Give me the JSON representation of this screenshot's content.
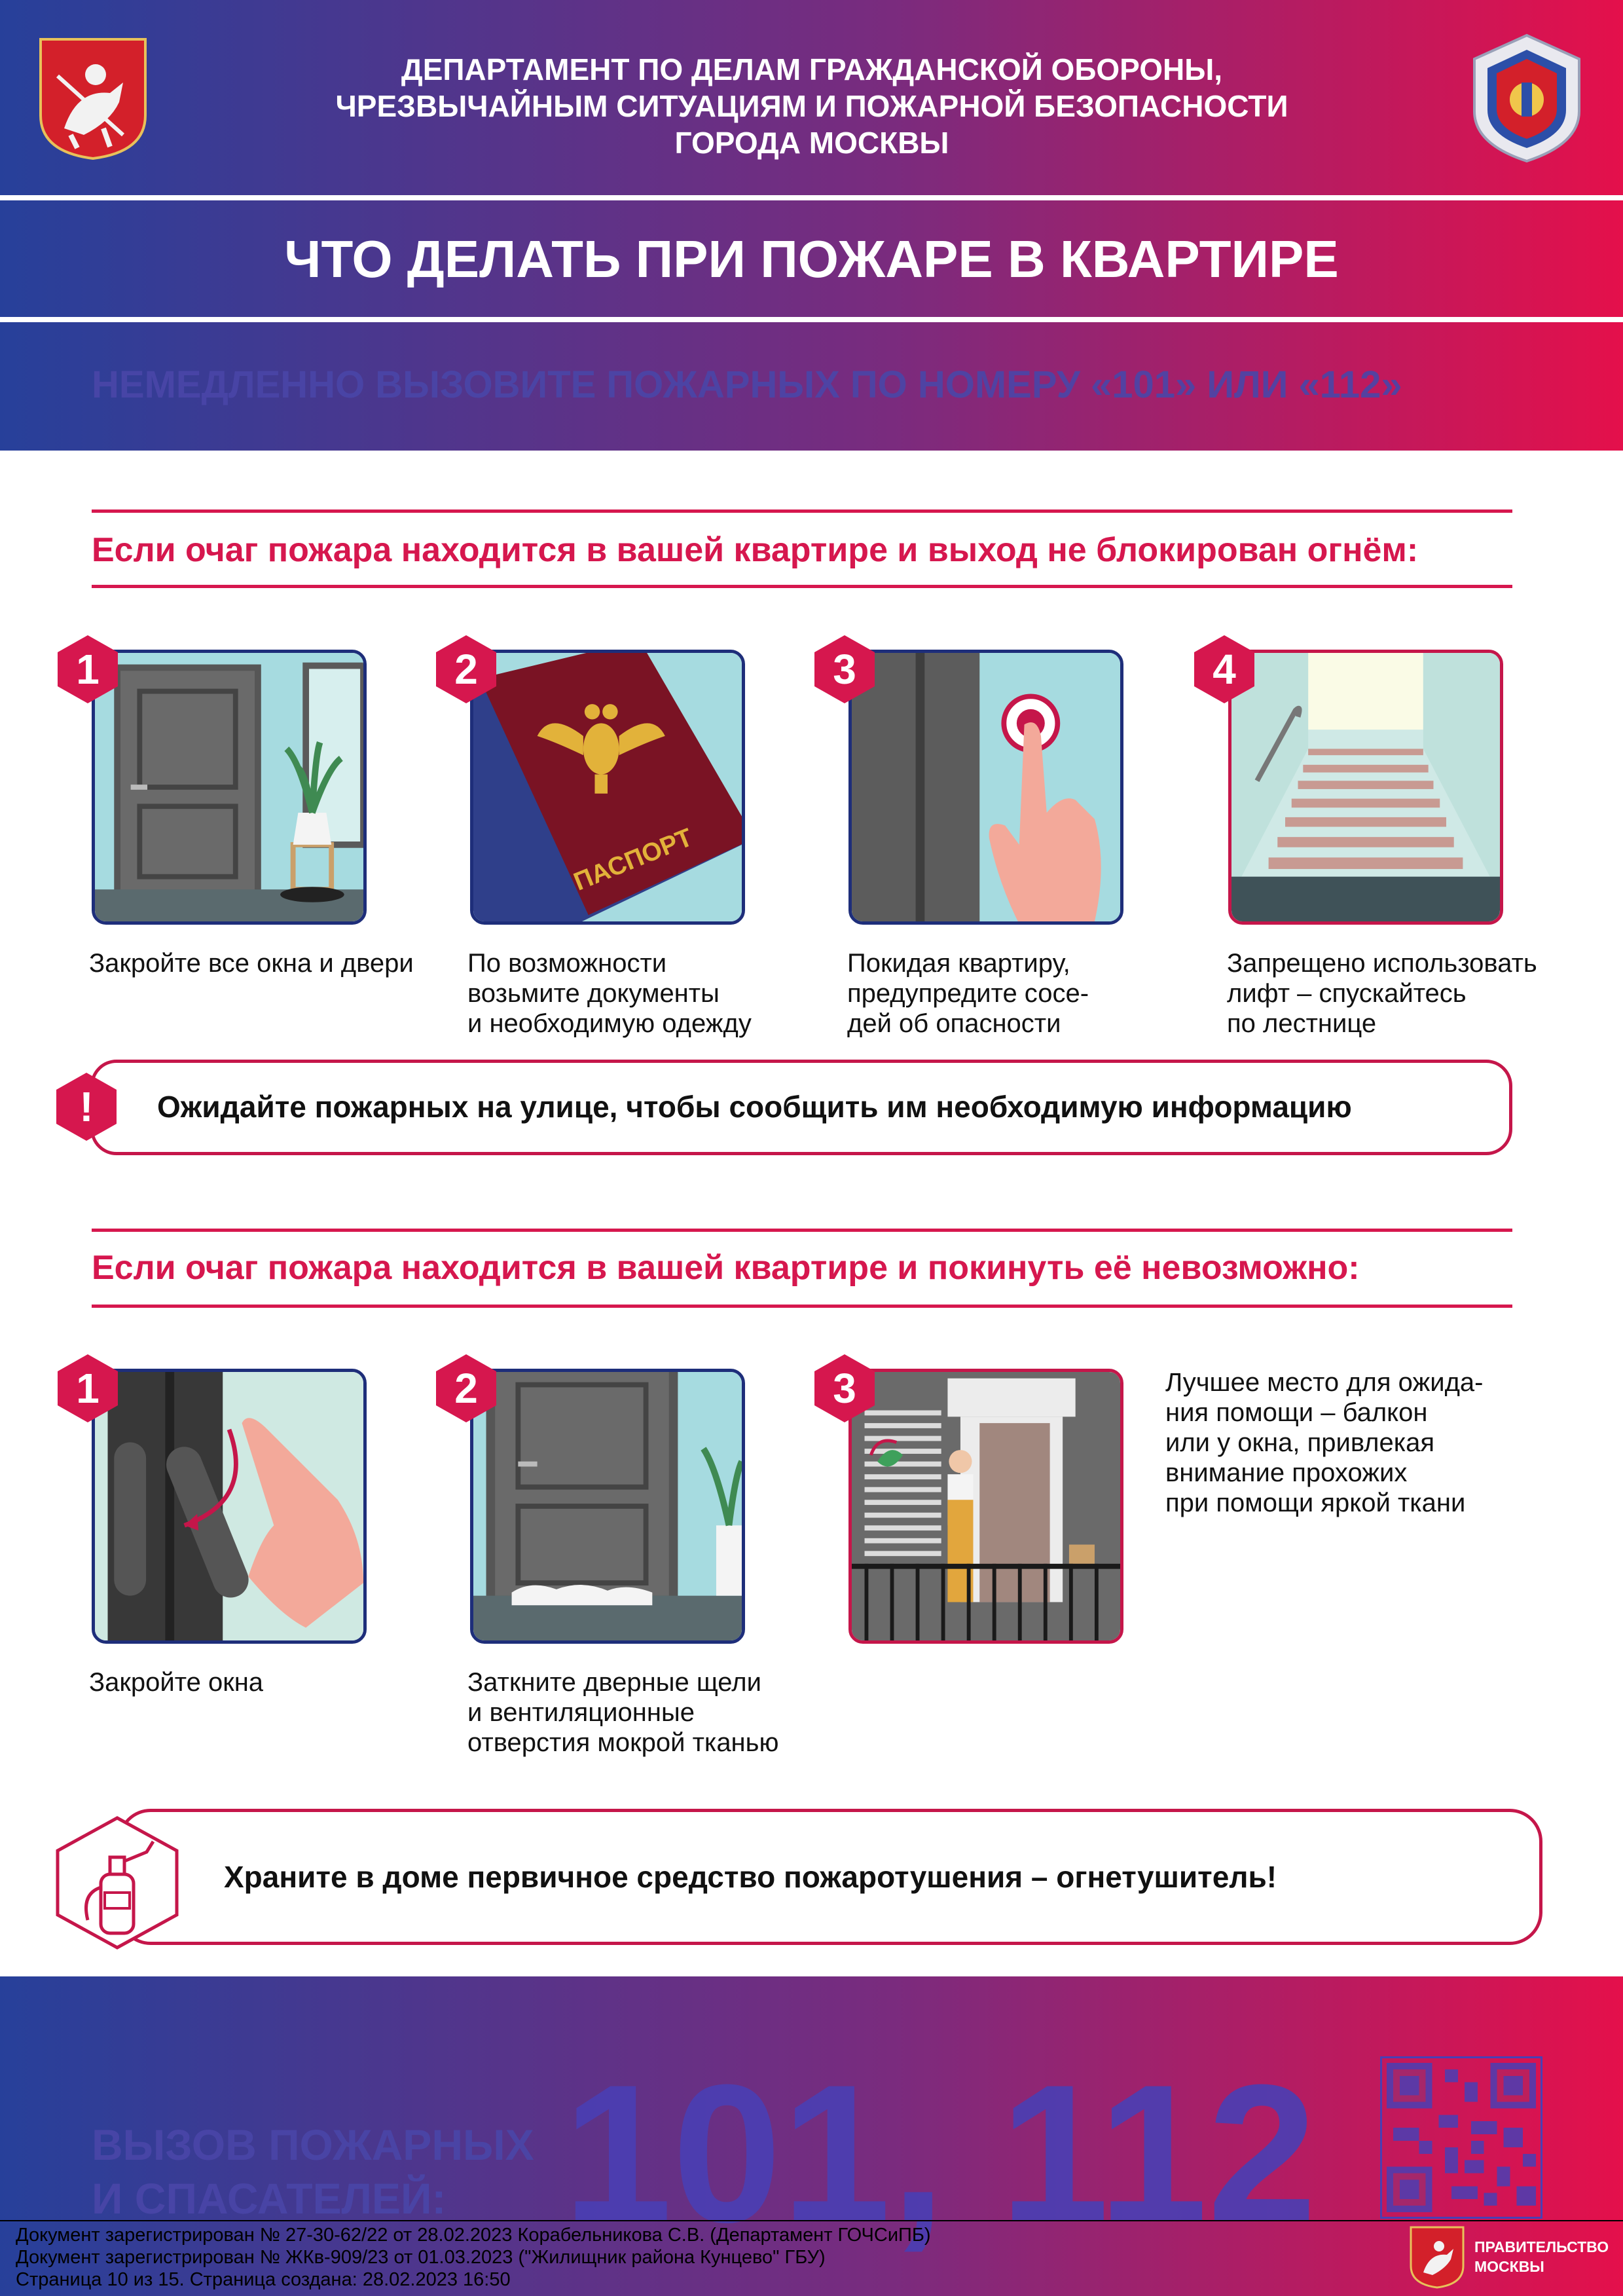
{
  "colors": {
    "accent": "#d6174e",
    "blue": "#27409a",
    "purple": "#7a2b7e",
    "red": "#e4104b",
    "dark_blue": "#1e2e7a"
  },
  "header": {
    "lines": [
      "ДЕПАРТАМЕНТ ПО ДЕЛАМ ГРАЖДАНСКОЙ ОБОРОНЫ,",
      "ЧРЕЗВЫЧАЙНЫМ СИТУАЦИЯМ И ПОЖАРНОЙ БЕЗОПАСНОСТИ",
      "ГОРОДА МОСКВЫ"
    ],
    "left_emblem_icon": "moscow-coat-of-arms-icon",
    "right_emblem_icon": "mchs-emblem-icon"
  },
  "title": "ЧТО ДЕЛАТЬ ПРИ ПОЖАРЕ В КВАРТИРЕ",
  "call_banner": "НЕМЕДЛЕННО ВЫЗОВИТЕ ПОЖАРНЫХ ПО НОМЕРУ «101» ИЛИ «112»",
  "section1": {
    "title": "Если очаг пожара находится в вашей квартире и выход не блокирован огнём:",
    "steps": [
      {
        "number": "1",
        "icon": "closed-door-icon",
        "caption": [
          "Закройте все окна и двери"
        ]
      },
      {
        "number": "2",
        "icon": "passport-icon",
        "passport_label": "ПАСПОРТ",
        "caption": [
          "По возможности",
          "возьмите документы",
          "и необходимую одежду"
        ]
      },
      {
        "number": "3",
        "icon": "doorbell-icon",
        "caption": [
          "Покидая квартиру,",
          "предупредите сосе-",
          "дей об опасности"
        ]
      },
      {
        "number": "4",
        "icon": "stairs-icon",
        "caption": [
          "Запрещено использовать",
          "лифт – спускайтесь",
          "по лестнице"
        ]
      }
    ],
    "notice": {
      "mark": "!",
      "text": "Ожидайте пожарных на улице, чтобы сообщить им необходимую информацию"
    }
  },
  "section2": {
    "title": "Если очаг пожара находится в вашей квартире и покинуть её невозможно:",
    "steps": [
      {
        "number": "1",
        "icon": "window-handle-icon",
        "caption": [
          "Закройте окна"
        ]
      },
      {
        "number": "2",
        "icon": "wet-cloth-door-icon",
        "caption": [
          "Заткните дверные щели",
          "и вентиляционные",
          "отверстия мокрой тканью"
        ]
      },
      {
        "number": "3",
        "icon": "balcony-icon",
        "caption": [
          "Лучшее место для ожида-",
          "ния помощи – балкон",
          "или у окна, привлекая",
          "внимание прохожих",
          "при помощи яркой ткани"
        ]
      }
    ],
    "notice": {
      "icon": "fire-extinguisher-icon",
      "text": "Храните в доме первичное средство пожаротушения – огнетушитель!"
    }
  },
  "footer": {
    "label": [
      "ВЫЗОВ ПОЖАРНЫХ",
      "И СПАСАТЕЛЕЙ:"
    ],
    "number": "101, 112",
    "qr_icon": "qr-code-icon",
    "stamp": [
      "Документ зарегистрирован № 27-30-62/22 от 28.02.2023 Корабельникова С.В. (Департамент ГОЧСиПБ)",
      "Документ зарегистрирован № ЖКв-909/23 от 01.03.2023  (\"Жилищник района Кунцево\" ГБУ)",
      "Страница 10 из 15. Страница создана: 28.02.2023 16:50"
    ],
    "gov_logo": [
      "ПРАВИТЕЛЬСТВО",
      "МОСКВЫ"
    ]
  }
}
